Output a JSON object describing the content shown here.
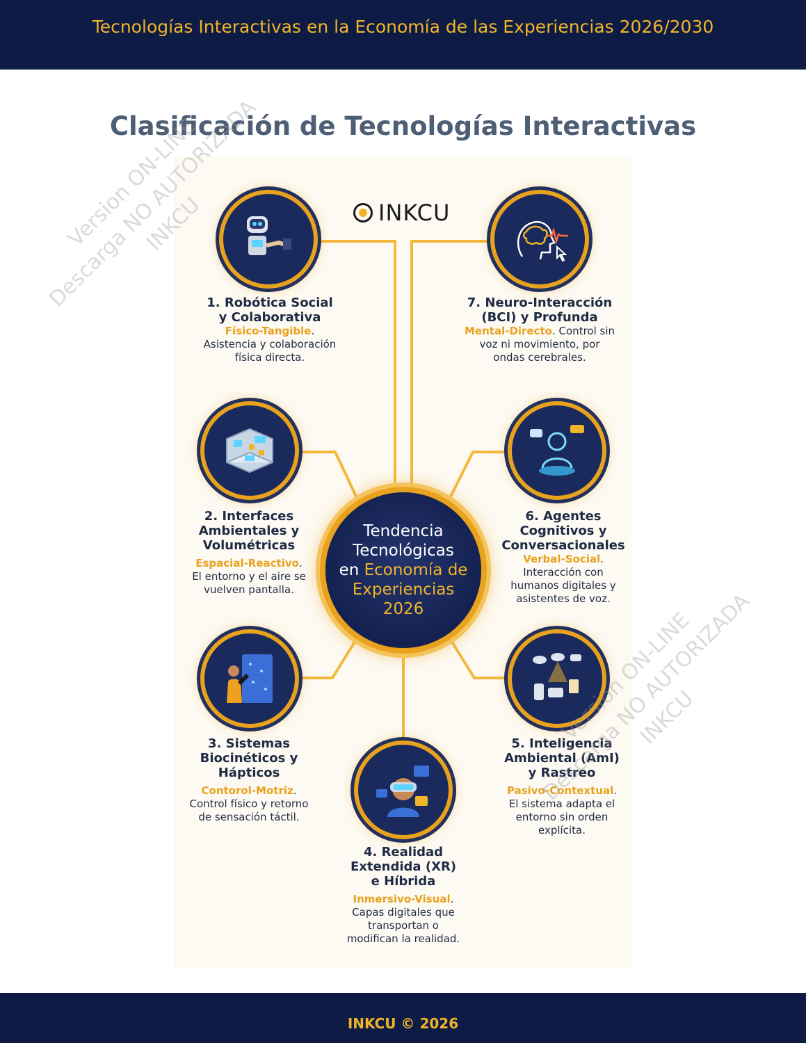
{
  "header": {
    "title": "Tecnologías Interactivas en la Economía de las Experiencias 2026/2030"
  },
  "page": {
    "title": "Clasificación de Tecnologías Interactivas"
  },
  "logo": {
    "text": "INKCU"
  },
  "center": {
    "lines": [
      "Tendencia",
      "Tecnológicas",
      "en Economía de",
      "Experiencias",
      "2026"
    ]
  },
  "nodes": [
    {
      "name_line1": "1. Robótica Social",
      "name_line2": "y Colaborativa",
      "name_line3": "",
      "tag": "Físico-Tangible",
      "desc": "Asistencia y colaboración física directa.",
      "icon": "robot-handshake-icon"
    },
    {
      "name_line1": "2. Interfaces",
      "name_line2": "Ambientales y",
      "name_line3": "Volumétricas",
      "tag": "Espacial-Reactivo",
      "desc": "El entorno y el aire se vuelven pantalla.",
      "icon": "holographic-room-icon"
    },
    {
      "name_line1": "3. Sistemas",
      "name_line2": "Biocinéticos y",
      "name_line3": "Hápticos",
      "tag": "Contorol-Motriz",
      "desc": "Control físico y retorno de sensación táctil.",
      "icon": "haptic-glove-icon"
    },
    {
      "name_line1": "4. Realidad",
      "name_line2": "Extendida (XR)",
      "name_line3": "e Híbrida",
      "tag": "Inmersivo-Visual",
      "desc": "Capas digitales que transportan o modifican la realidad.",
      "icon": "vr-headset-icon"
    },
    {
      "name_line1": "5. Inteligencia",
      "name_line2": "Ambiental (AmI)",
      "name_line3": "y Rastreo",
      "tag": "Pasivo-Contextual",
      "desc": "El sistema adapta el entorno sin orden explícita.",
      "icon": "sensors-icon"
    },
    {
      "name_line1": "6. Agentes",
      "name_line2": "Cognitivos y",
      "name_line3": "Conversacionales",
      "tag": "Verbal-Social",
      "desc": "Interacción con humanos digitales y asistentes de voz.",
      "icon": "digital-human-icon"
    },
    {
      "name_line1": "7. Neuro-Interacción",
      "name_line2": "(BCI) y Profunda",
      "name_line3": "",
      "tag": "Mental-Directo",
      "desc": "Control sin voz ni movimiento, por ondas cerebrales.",
      "icon": "brain-wave-icon"
    }
  ],
  "watermark": {
    "line1": "Version ON-LINE",
    "line2": "Descarga NO AUTORIZADA",
    "line3": "INKCU"
  },
  "footer": {
    "text": "INKCU © 2026"
  },
  "colors": {
    "navy": "#0e1c45",
    "gold": "#f0b429",
    "title_gray": "#4d5f75"
  }
}
